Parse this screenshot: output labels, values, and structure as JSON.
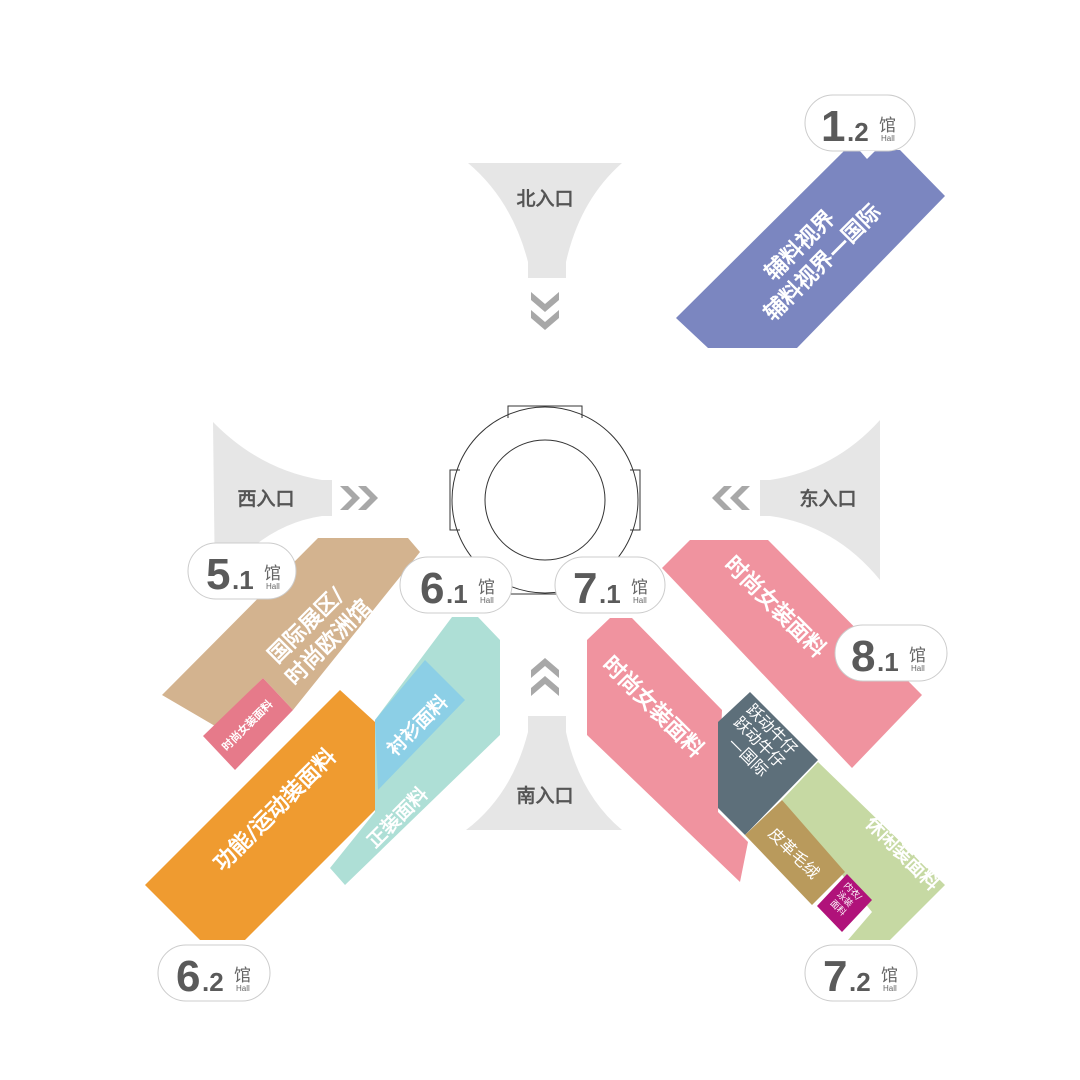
{
  "entrances": {
    "north": "北入口",
    "west": "西入口",
    "east": "东入口",
    "south": "南入口"
  },
  "halls": {
    "h1_2": {
      "num": "1",
      "sub": ".2",
      "unit": "馆",
      "hall": "Hall",
      "zone_line1": "辅料视界",
      "zone_line2": "辅料视界—国际"
    },
    "h5_1": {
      "num": "5",
      "sub": ".1",
      "unit": "馆",
      "hall": "Hall",
      "zone_line1": "国际展区/",
      "zone_line2": "时尚欧洲馆",
      "sub_zone": "时尚女装面料"
    },
    "h6_1": {
      "num": "6",
      "sub": ".1",
      "unit": "馆",
      "hall": "Hall",
      "zone_a": "衬衫面料",
      "zone_b": "正装面料"
    },
    "h6_2": {
      "num": "6",
      "sub": ".2",
      "unit": "馆",
      "hall": "Hall",
      "zone": "功能/运动装面料"
    },
    "h7_1": {
      "num": "7",
      "sub": ".1",
      "unit": "馆",
      "hall": "Hall",
      "zone": "时尚女装面料",
      "denim_line1": "跃动牛仔",
      "denim_line2": "跃动牛仔",
      "denim_line3": "—国际"
    },
    "h8_1": {
      "num": "8",
      "sub": ".1",
      "unit": "馆",
      "hall": "Hall",
      "zone": "时尚女装面料"
    },
    "h7_2": {
      "num": "7",
      "sub": ".2",
      "unit": "馆",
      "hall": "Hall",
      "zone_leather": "皮革毛绒",
      "zone_casual": "休闲装面料",
      "underwear_line1": "内衣/",
      "underwear_line2": "泳装",
      "underwear_line3": "面料"
    }
  },
  "colors": {
    "entry_gray": "#e6e6e6",
    "chevron": "#a0a0a0",
    "purple": "#7b86c0",
    "tan": "#d3b38f",
    "pink": "#f0939f",
    "pink_dark": "#e67a8a",
    "orange": "#ef9b30",
    "teal": "#aedfd6",
    "blue": "#8ccfe6",
    "slate": "#5d6f7a",
    "brown": "#b99a5c",
    "green": "#c6d9a3",
    "magenta": "#b0127a"
  }
}
